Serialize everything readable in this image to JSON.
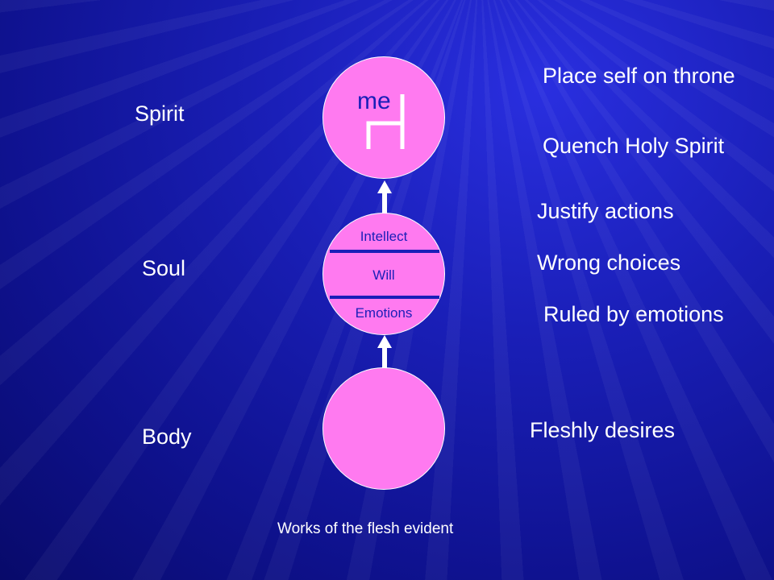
{
  "left_labels": {
    "spirit": "Spirit",
    "soul": "Soul",
    "body": "Body"
  },
  "spirit_circle": {
    "me_text": "me",
    "icon": "throne-chair-icon"
  },
  "soul_circle": {
    "intellect": "Intellect",
    "will": "Will",
    "emotions": "Emotions"
  },
  "right_labels": {
    "place_self": "Place self on throne",
    "quench": "Quench Holy Spirit",
    "justify": "Justify actions",
    "wrong": "Wrong choices",
    "ruled": "Ruled by emotions",
    "fleshly": "Fleshly desires"
  },
  "footer": "Works of the flesh evident",
  "colors": {
    "background": "#1a1fb8",
    "circle_fill": "#ff7af0",
    "text": "#ffffff",
    "inner_text": "#1a1fb8"
  }
}
